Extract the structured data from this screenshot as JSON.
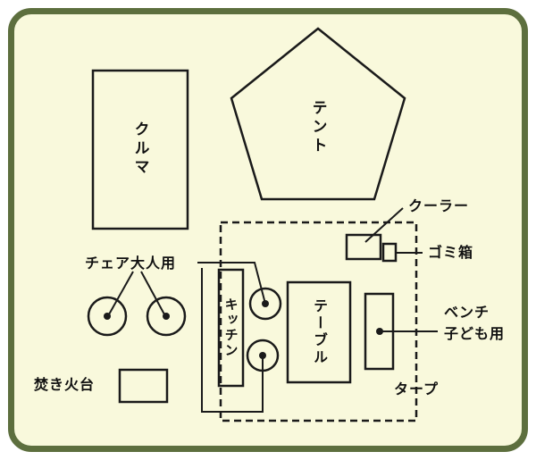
{
  "diagram": {
    "colors": {
      "background": "#f9f9dc",
      "frame_border": "#5d6f3e",
      "line": "#1a1a1a"
    },
    "labels": {
      "car": "クルマ",
      "tent": "テント",
      "tarp": "タープ",
      "cooler": "クーラー",
      "trash_can": "ゴミ箱",
      "chair_adult": "チェア大人用",
      "kitchen": "キッチン",
      "table": "テーブル",
      "bench_line1": "ベンチ",
      "bench_line2": "子ども用",
      "fire_pit": "焚き火台"
    }
  }
}
